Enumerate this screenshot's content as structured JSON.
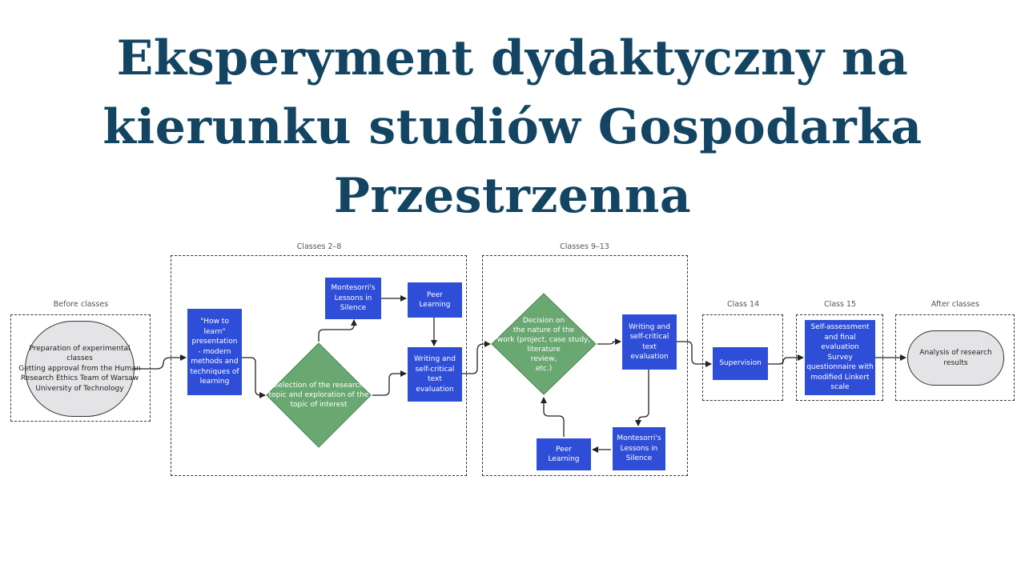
{
  "title_lines": [
    "Eksperyment dydaktyczny na",
    "kierunku studiów Gospodarka",
    "Przestrzenna"
  ],
  "phase_labels": {
    "before": "Before classes",
    "classes_2_8": "Classes 2–8",
    "classes_9_13": "Classes 9–13",
    "class_14": "Class 14",
    "class_15": "Class 15",
    "after": "After classes"
  },
  "nodes": {
    "preparation": "Preparation of experimental\nclasses\nGetting approval from the Human\nResearch Ethics Team of Warsaw\nUniversity of Technology",
    "how_to_learn": "\"How to\nlearn\"\npresentation\n- modern\nmethods and\ntechniques of\nlearning",
    "selection_topic": "Selection of the research\ntopic and exploration of the\ntopic of interest",
    "montessori_1": "Montesorri's\nLessons in\nSilence",
    "peer_learning_1": "Peer\nLearning",
    "writing_1": "Writing and\nself-critical\ntext\nevaluation",
    "decision_nature": "Decision on\nthe nature of the\nwork (project, case study,\nliterature\nreview,\netc.)",
    "writing_2": "Writing and\nself-critical\ntext\nevaluation",
    "montessori_2": "Montesorri's\nLessons in\nSilence",
    "peer_learning_2": "Peer\nLearning",
    "supervision": "Supervision",
    "self_assessment": "Self-assessment\nand final\nevaluation\nSurvey\nquestionnaire with\nmodified Linkert\nscale",
    "analysis": "Analysis of research results"
  },
  "colors": {
    "title": "#134563",
    "process_box": "#2f4ed8",
    "decision": "#6aa872",
    "terminal": "#e4e4e6",
    "frame": "#333333"
  }
}
